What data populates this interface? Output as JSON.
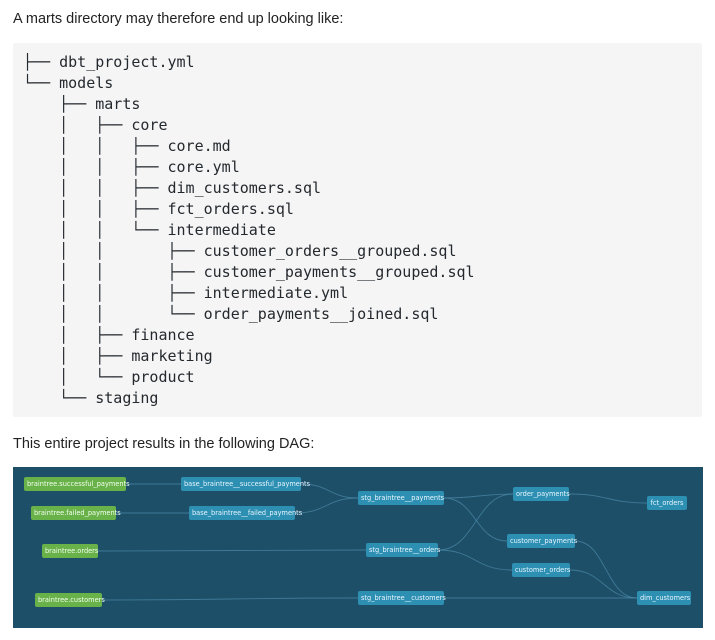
{
  "intro_text": "A marts directory may therefore end up looking like:",
  "code_lines": [
    "├── dbt_project.yml",
    "└── models",
    "    ├── marts",
    "    │   ├── core",
    "    │   │   ├── core.md",
    "    │   │   ├── core.yml",
    "    │   │   ├── dim_customers.sql",
    "    │   │   ├── fct_orders.sql",
    "    │   │   └── intermediate",
    "    │   │       ├── customer_orders__grouped.sql",
    "    │   │       ├── customer_payments__grouped.sql",
    "    │   │       ├── intermediate.yml",
    "    │   │       └── order_payments__joined.sql",
    "    │   ├── finance",
    "    │   ├── marketing",
    "    │   └── product",
    "    └── staging"
  ],
  "dag_intro_text": "This entire project results in the following DAG:",
  "dag": {
    "nodes": {
      "src_successful": {
        "label": "braintree.successful_payments",
        "kind": "source"
      },
      "src_failed": {
        "label": "braintree.failed_payments",
        "kind": "source"
      },
      "src_orders": {
        "label": "braintree.orders",
        "kind": "source"
      },
      "src_customers": {
        "label": "braintree.customers",
        "kind": "source"
      },
      "base_successful": {
        "label": "base_braintree__successful_payments",
        "kind": "model"
      },
      "base_failed": {
        "label": "base_braintree__failed_payments",
        "kind": "model"
      },
      "stg_payments": {
        "label": "stg_braintree__payments",
        "kind": "model"
      },
      "stg_orders": {
        "label": "stg_braintree__orders",
        "kind": "model"
      },
      "stg_customers": {
        "label": "stg_braintree__customers",
        "kind": "model"
      },
      "order_payments": {
        "label": "order_payments",
        "kind": "model"
      },
      "customer_payments": {
        "label": "customer_payments",
        "kind": "model"
      },
      "customer_orders": {
        "label": "customer_orders",
        "kind": "model"
      },
      "fct_orders": {
        "label": "fct_orders",
        "kind": "model"
      },
      "dim_customers": {
        "label": "dim_customers",
        "kind": "model"
      }
    },
    "edges": [
      [
        "src_successful",
        "base_successful"
      ],
      [
        "src_failed",
        "base_failed"
      ],
      [
        "base_successful",
        "stg_payments"
      ],
      [
        "base_failed",
        "stg_payments"
      ],
      [
        "src_orders",
        "stg_orders"
      ],
      [
        "src_customers",
        "stg_customers"
      ],
      [
        "stg_payments",
        "order_payments"
      ],
      [
        "stg_payments",
        "customer_payments"
      ],
      [
        "stg_orders",
        "order_payments"
      ],
      [
        "stg_orders",
        "customer_orders"
      ],
      [
        "order_payments",
        "fct_orders"
      ],
      [
        "customer_payments",
        "dim_customers"
      ],
      [
        "customer_orders",
        "dim_customers"
      ],
      [
        "stg_customers",
        "dim_customers"
      ]
    ]
  }
}
